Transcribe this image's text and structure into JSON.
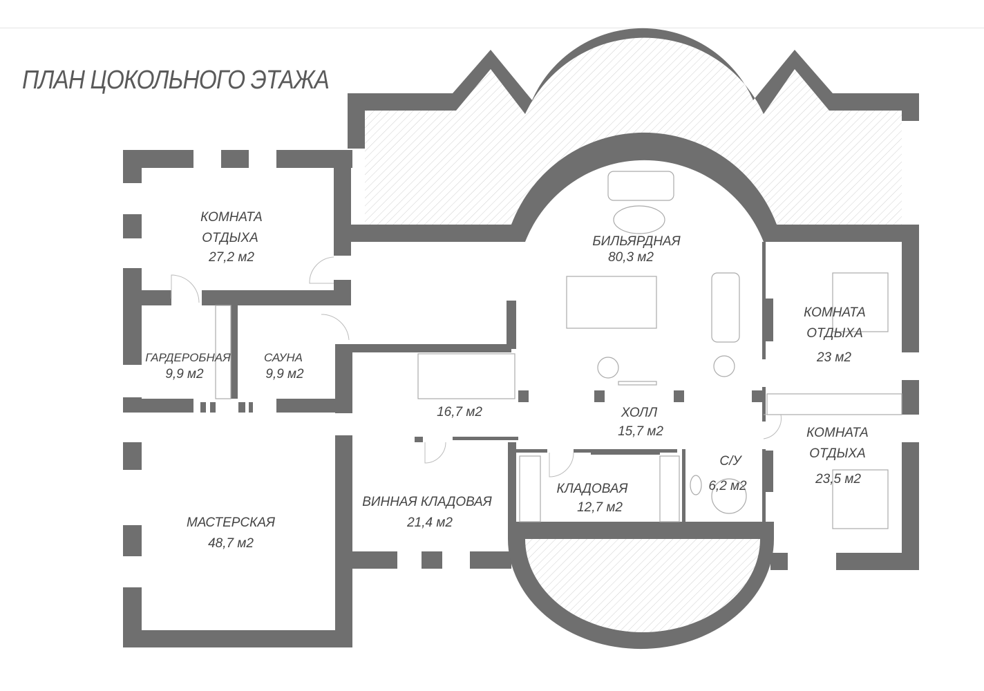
{
  "title": "ПЛАН ЦОКОЛЬНОГО ЭТАЖА",
  "rooms": [
    {
      "name": "КОМНАТА",
      "name2": "ОТДЫХА",
      "area": "27,2 м2"
    },
    {
      "name": "ГАРДЕРОБНАЯ",
      "area": "9,9 м2"
    },
    {
      "name": "САУНА",
      "area": "9,9 м2"
    },
    {
      "name": "МАСТЕРСКАЯ",
      "area": "48,7 м2"
    },
    {
      "name": "",
      "area": "16,7 м2"
    },
    {
      "name": "ВИННАЯ КЛАДОВАЯ",
      "area": "21,4 м2"
    },
    {
      "name": "БИЛЬЯРДНАЯ",
      "area": "80,3 м2"
    },
    {
      "name": "ХОЛЛ",
      "area": "15,7 м2"
    },
    {
      "name": "КЛАДОВАЯ",
      "area": "12,7 м2"
    },
    {
      "name": "С/У",
      "area": "6,2 м2"
    },
    {
      "name": "КОМНАТА",
      "name2": "ОТДЫХА",
      "area": "23 м2"
    },
    {
      "name": "КОМНАТА",
      "name2": "ОТДЫХА",
      "area": "23,5 м2"
    }
  ],
  "colors": {
    "wall": "#6f6f6f",
    "text": "#444444"
  }
}
